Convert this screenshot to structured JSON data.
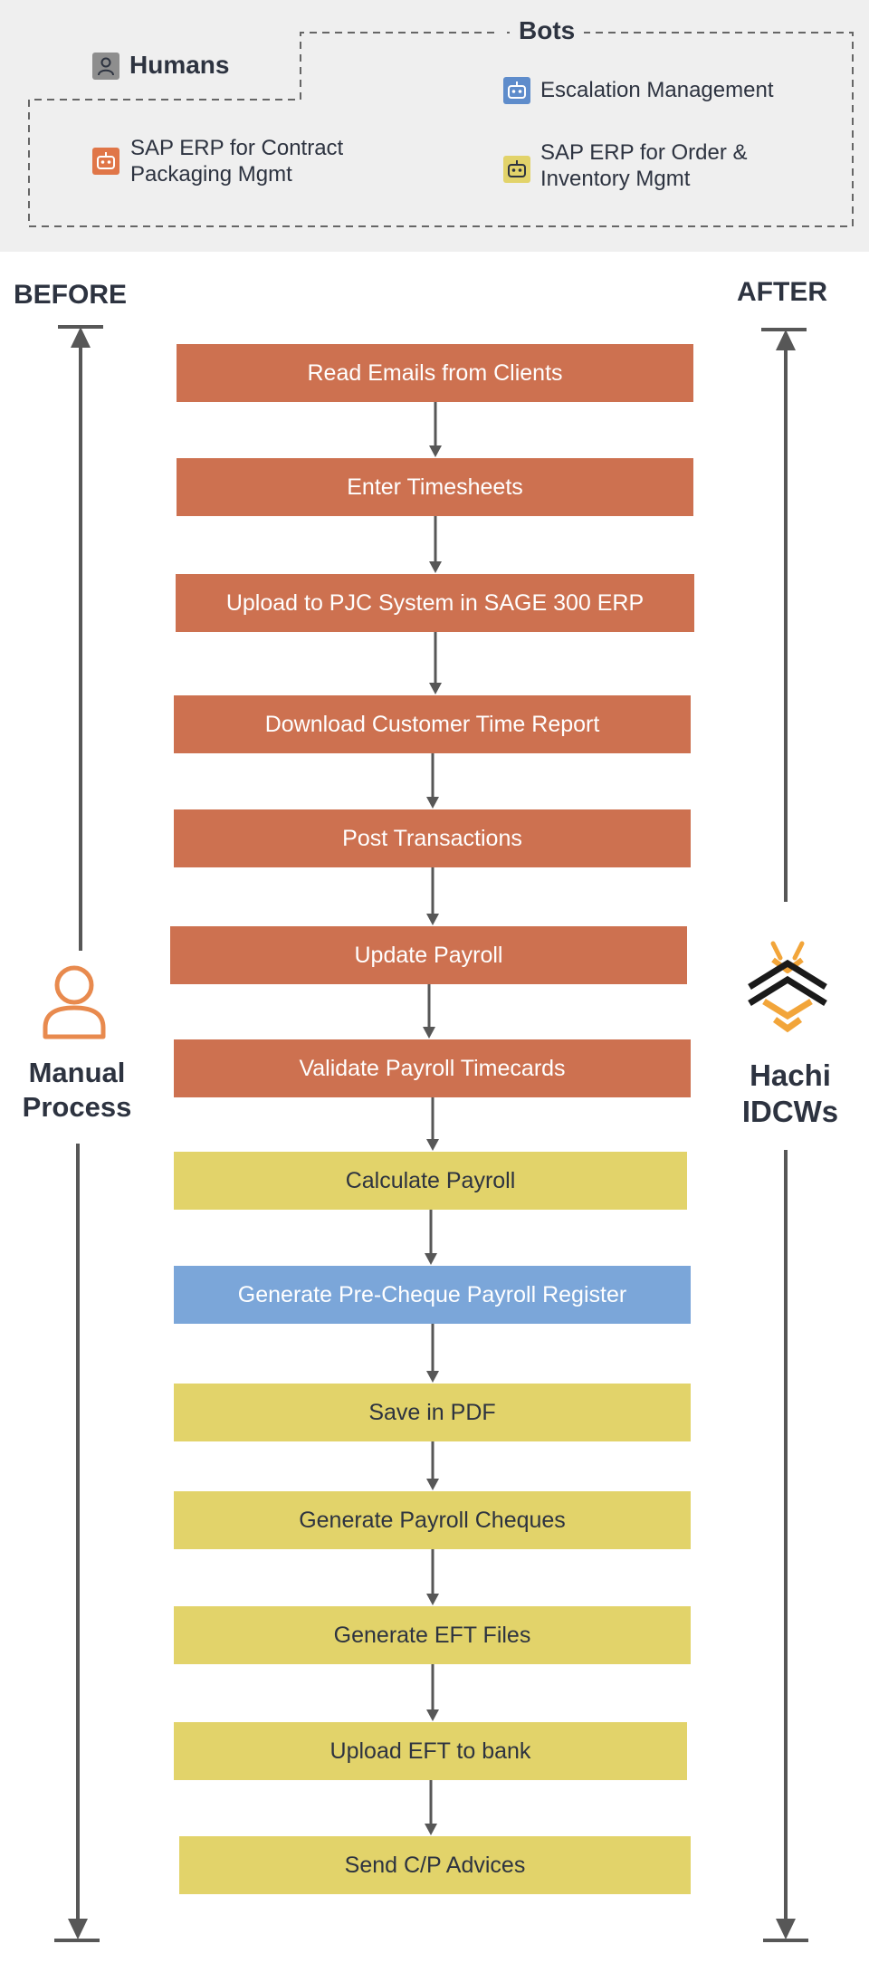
{
  "legend": {
    "humans_label": "Humans",
    "bots_label": "Bots",
    "items": [
      {
        "label_line1": "SAP ERP for Contract",
        "label_line2": "Packaging Mgmt",
        "icon": "robot-icon",
        "color": "#e07648"
      },
      {
        "label_line1": "Escalation Management",
        "label_line2": "",
        "icon": "robot-icon",
        "color": "#5e8ccb"
      },
      {
        "label_line1": "SAP ERP for Order &",
        "label_line2": "Inventory Mgmt",
        "icon": "robot-icon",
        "color": "#e2d36a"
      }
    ]
  },
  "before": {
    "label": "BEFORE",
    "actor_line1": "Manual",
    "actor_line2": "Process",
    "icon": "person-outline-icon",
    "icon_color": "#e88a4e"
  },
  "after": {
    "label": "AFTER",
    "actor_line1": "Hachi",
    "actor_line2": "IDCWs",
    "icon": "bee-logo-icon",
    "icon_color": "#f2a53a"
  },
  "colors": {
    "human": "#cd7150",
    "inventory_bot": "#e2d36a",
    "escalation_bot": "#7ba6d9",
    "arrow": "#575757"
  },
  "steps": [
    {
      "label": "Read Emails from Clients",
      "owner": "human"
    },
    {
      "label": "Enter Timesheets",
      "owner": "human"
    },
    {
      "label": "Upload to PJC System in SAGE 300 ERP",
      "owner": "human"
    },
    {
      "label": "Download Customer Time Report",
      "owner": "human"
    },
    {
      "label": "Post Transactions",
      "owner": "human"
    },
    {
      "label": "Update Payroll",
      "owner": "human"
    },
    {
      "label": "Validate Payroll Timecards",
      "owner": "human"
    },
    {
      "label": "Calculate Payroll",
      "owner": "inventory"
    },
    {
      "label": "Generate Pre-Cheque Payroll Register",
      "owner": "escalation"
    },
    {
      "label": "Save in PDF",
      "owner": "inventory"
    },
    {
      "label": "Generate Payroll Cheques",
      "owner": "inventory"
    },
    {
      "label": "Generate EFT Files",
      "owner": "inventory"
    },
    {
      "label": "Upload EFT to bank",
      "owner": "inventory"
    },
    {
      "label": "Send C/P Advices",
      "owner": "inventory"
    }
  ]
}
